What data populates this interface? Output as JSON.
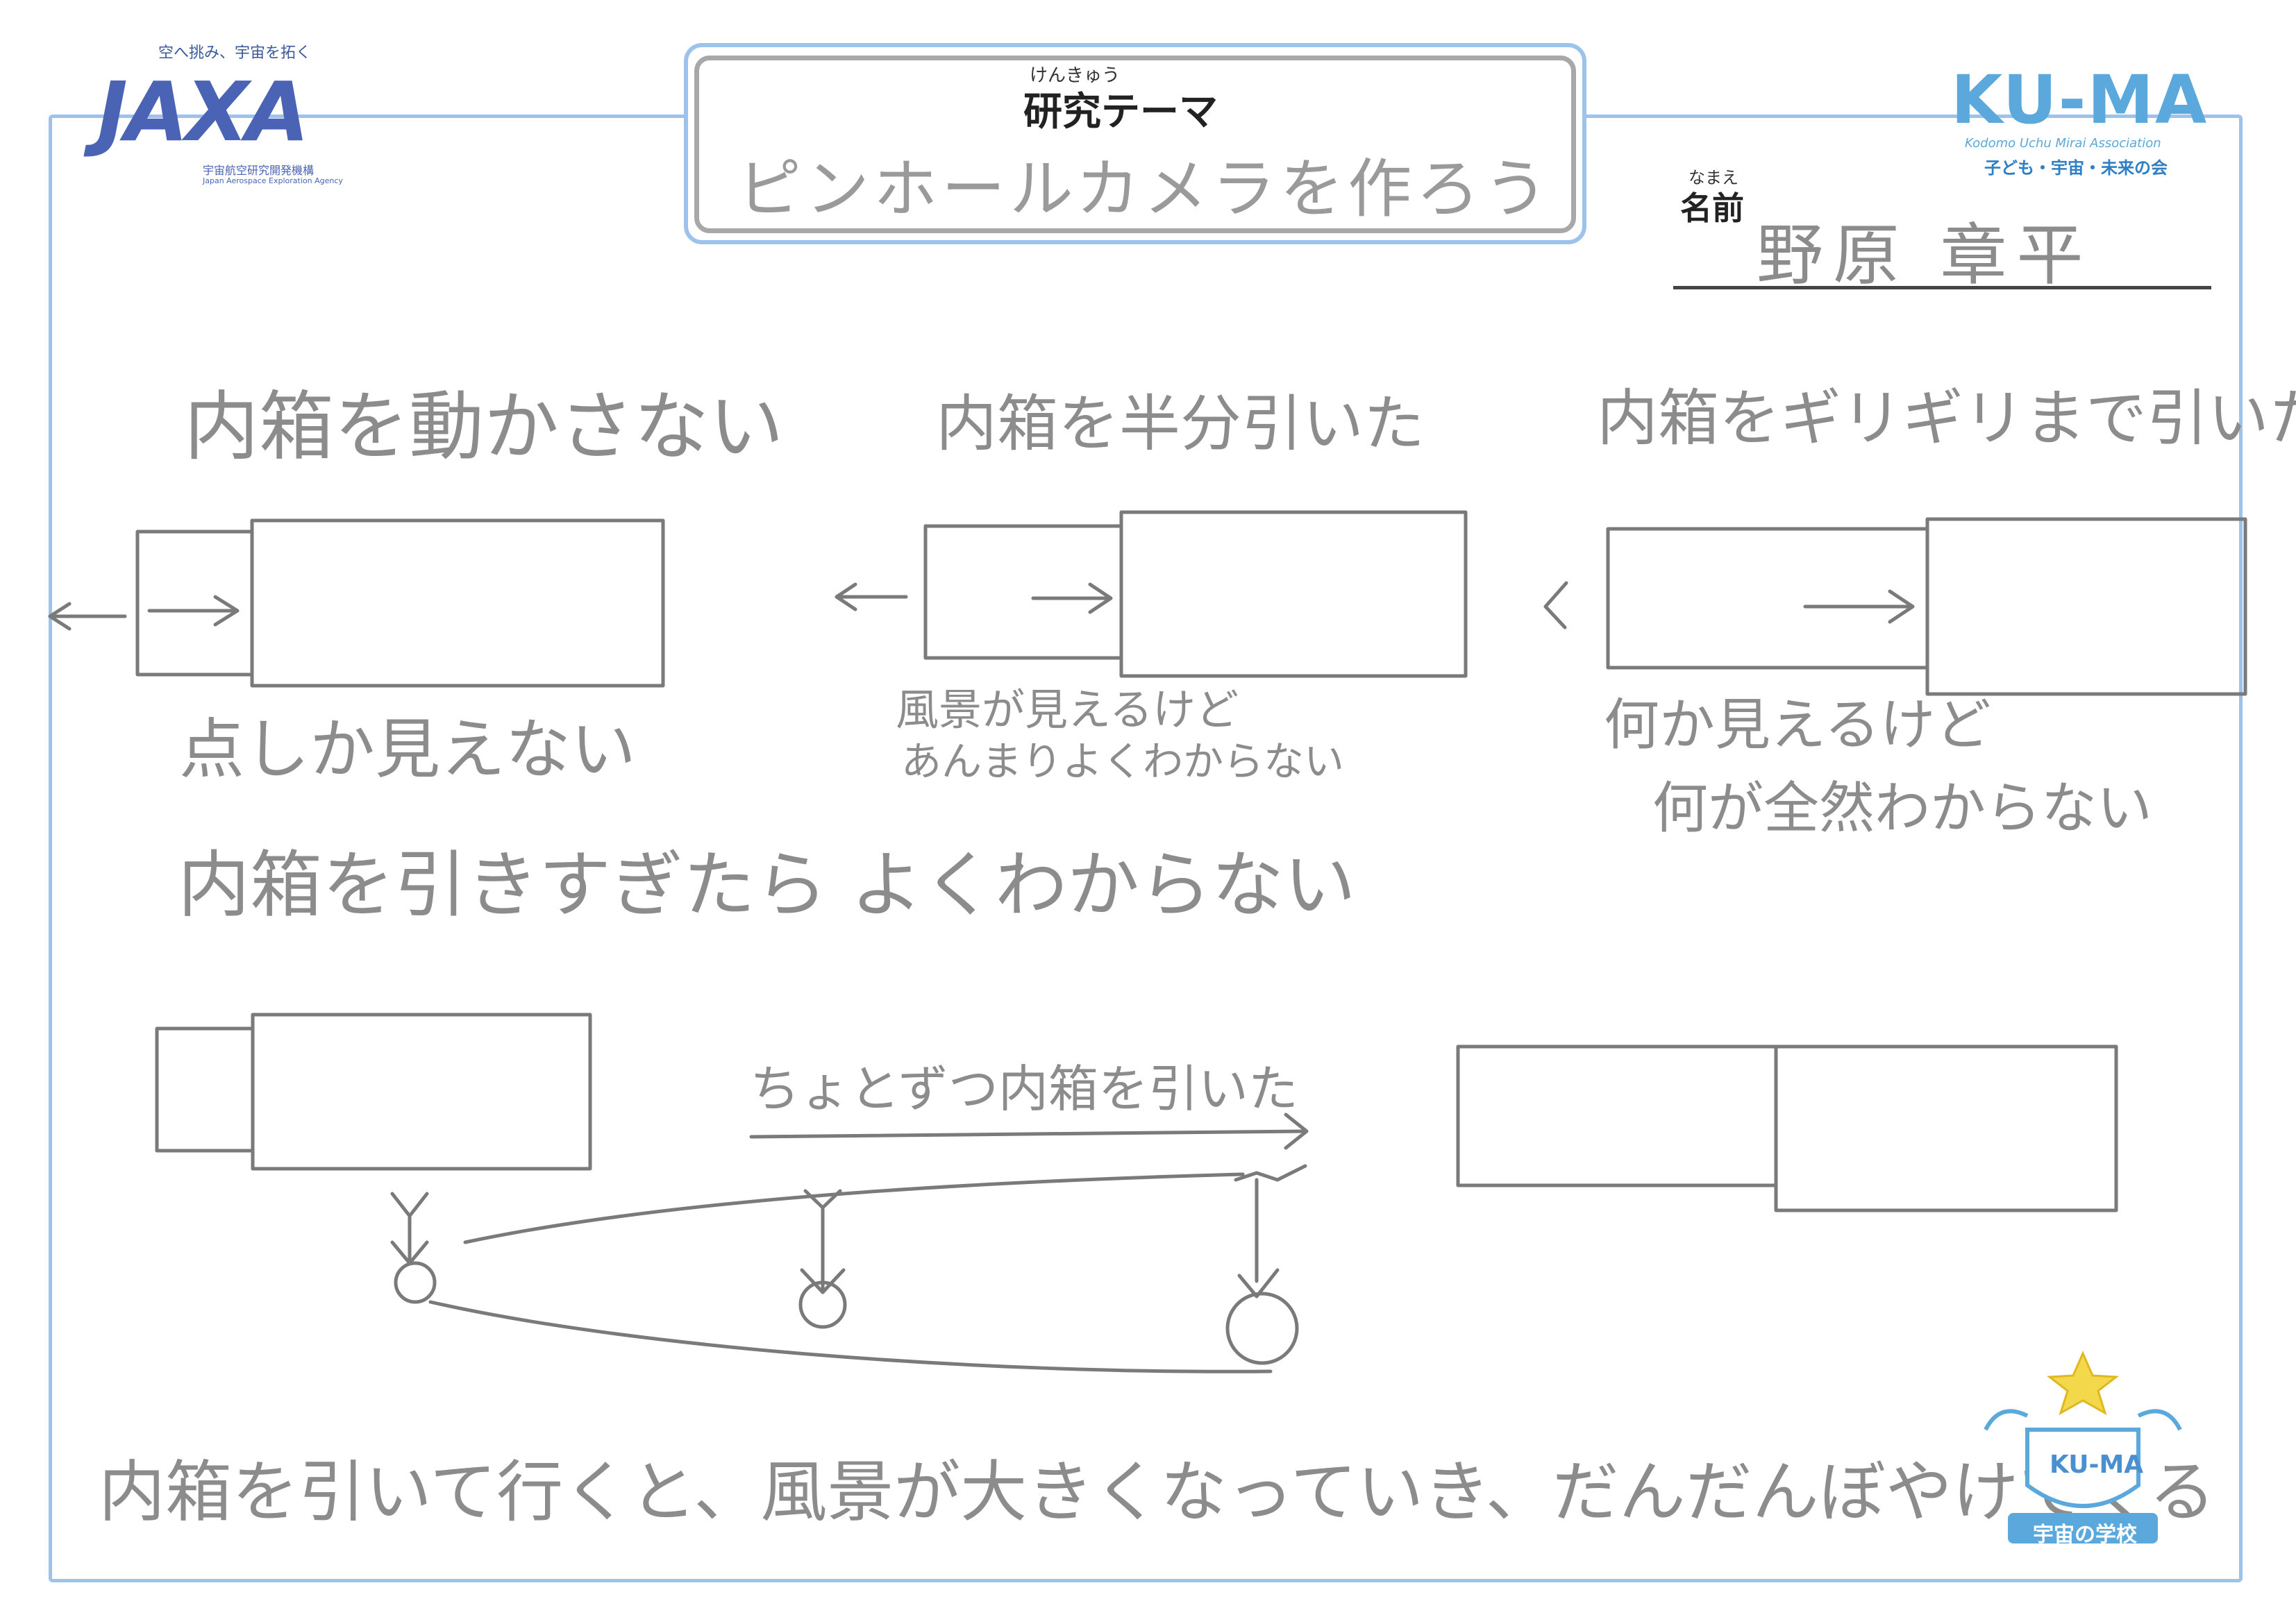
{
  "header": {
    "jaxa_tagline": "空へ挑み、宇宙を拓く",
    "jaxa_logo": "JAXA",
    "jaxa_org_jp": "宇宙航空研究開発機構",
    "jaxa_org_en": "Japan Aerospace Exploration Agency",
    "kuma_logo": "KU-MA",
    "kuma_en": "Kodomo Uchu Mirai Association",
    "kuma_jp": "子ども・宇宙・未来の会"
  },
  "theme": {
    "furigana": "けんきゅう",
    "label": "研究テーマ",
    "value": "ピンホールカメラを作ろう"
  },
  "name": {
    "furigana": "なまえ",
    "label": "名前",
    "value": "野原 章平"
  },
  "notes": {
    "case1_title": "内箱を動かさない",
    "case2_title": "内箱を半分引いた",
    "case3_title": "内箱をギリギリまで引いた",
    "case1_result": "点しか見えない",
    "case2_result_line1": "風景が見えるけど",
    "case2_result_line2": "あんまりよくわからない",
    "case3_result_line1": "何か見えるけど",
    "case3_result_line2": "何が全然わからない",
    "summary1": "内箱を引きすぎたら よくわからない",
    "arrow_label": "ちょとずつ内箱を引いた",
    "conclusion": "内箱を引いて行くと、風景が大きくなっていき、だんだんぼやけてくる"
  },
  "badge": {
    "label": "KU-MA",
    "caption": "宇宙の学校"
  }
}
